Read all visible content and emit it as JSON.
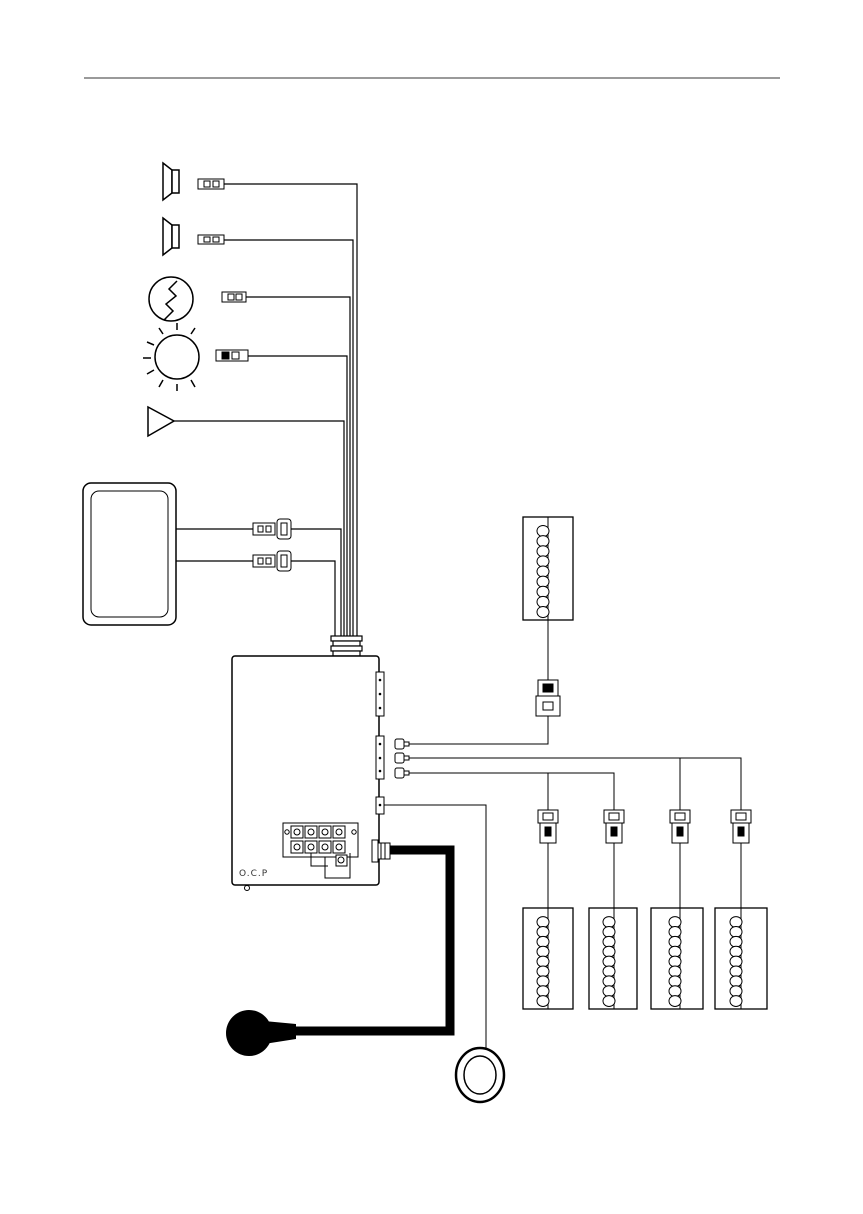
{
  "control_unit": {
    "label": "O.C.P"
  },
  "components": {
    "speakers": [
      "speaker-1",
      "speaker-2"
    ],
    "sensor": "thermal-sensor",
    "lamp": "indicator-lamp",
    "antenna": "antenna",
    "display_panel": "display-panel",
    "ring": "ring-component",
    "probe": "black-probe",
    "heater_coils": [
      "coil-top",
      "coil-1",
      "coil-2",
      "coil-3",
      "coil-4"
    ]
  },
  "colors": {
    "line": "#000000",
    "paper": "#ffffff",
    "header_rule": "#9a9a9a"
  }
}
